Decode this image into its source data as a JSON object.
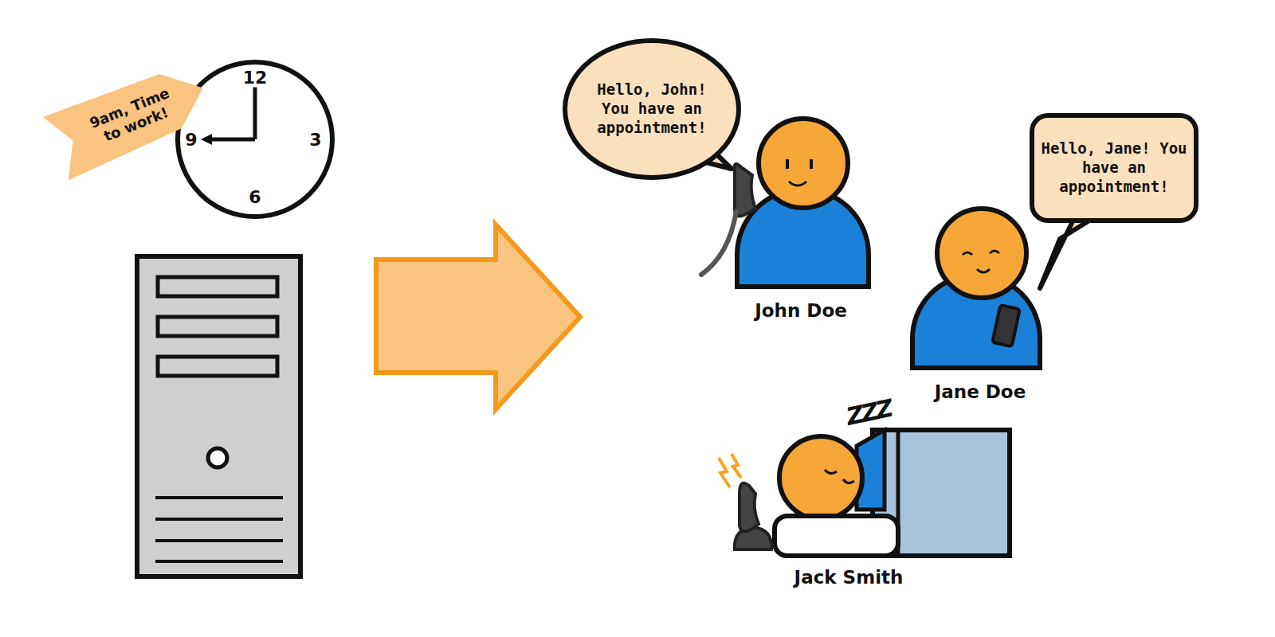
{
  "diagram": {
    "nodes": [
      {
        "text": [
          "9am, Time to work!"
        ]
      },
      {
        "text": [
          "Hello, John! You have an appointment!"
        ]
      },
      {
        "text": [
          "Hello, Jane! You have an appointment!"
        ]
      }
    ],
    "labels": [
      "12",
      "3",
      "6",
      "9",
      "John Doe",
      "Jane Doe",
      "ZZZ",
      "Jack Smith"
    ]
  }
}
